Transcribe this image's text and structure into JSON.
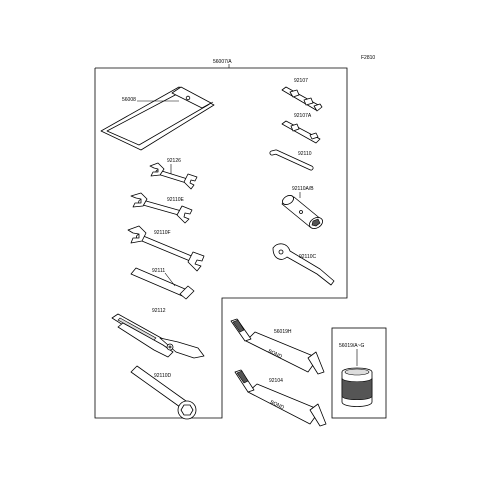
{
  "figure": {
    "code": "F2810"
  },
  "callouts": {
    "kit": "56007/A",
    "bag": "56008",
    "c92126": "92126",
    "c92110e": "92110E",
    "c92110f": "92110F",
    "c92111": "92111",
    "c92112": "92112",
    "c92110d": "92110D",
    "c92107": "92107",
    "c92107a": "92107A",
    "c92110": "92110",
    "c92110ab": "92110A/B",
    "c92110c": "92110C",
    "c56019h": "56019H",
    "c92104": "92104",
    "c56019ag": "56019/A~G"
  },
  "tube_label": "BOND"
}
